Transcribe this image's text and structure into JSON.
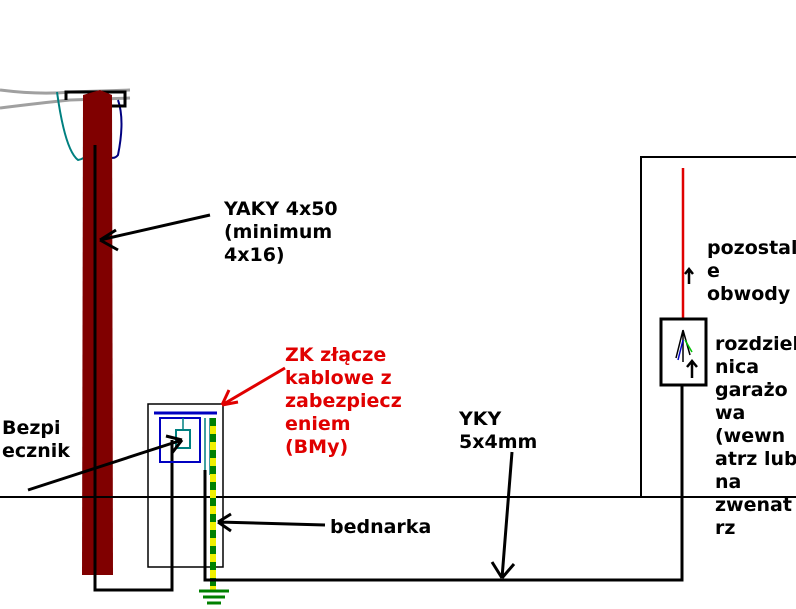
{
  "labels": {
    "cable_main": "YAKY 4x50\n(minimum\n4x16)",
    "connector": "ZK złącze\nkablowe z\nzabezpiecz\neniem\n(BMy)",
    "fuse": "Bezpi\necznik",
    "cable_yky": "YKY\n5x4mm",
    "flat_bar": "bednarka",
    "other_circuits": "pozostal\ne\nobwody",
    "distribution_board": "rozdziel\nnica\ngarażo\nwa\n(wewn\natrz lub\nna\nzwenat\nrz"
  },
  "colors": {
    "pole": "#800000",
    "label_highlight": "#e00000",
    "earth": "#008000",
    "earth_stripe": "#f0f000",
    "fuse_box": "#0000c0",
    "fuse_element": "#008080",
    "overhead_wire": "#a0a0a0"
  }
}
